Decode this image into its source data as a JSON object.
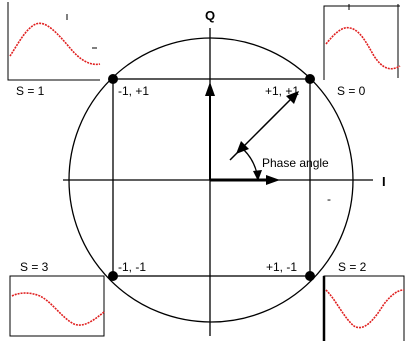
{
  "axes": {
    "i_label": "I",
    "q_label": "Q"
  },
  "phase_angle_label": "Phase angle",
  "stray_mark": "-",
  "points": [
    {
      "coord": "-1, +1",
      "state": "S = 1"
    },
    {
      "coord": "+1, +1",
      "state": "S = 0"
    },
    {
      "coord": "-1, -1",
      "state": "S = 3"
    },
    {
      "coord": "+1, -1",
      "state": "S = 2"
    }
  ],
  "colors": {
    "line": "#000000",
    "wave": "#e02020"
  }
}
